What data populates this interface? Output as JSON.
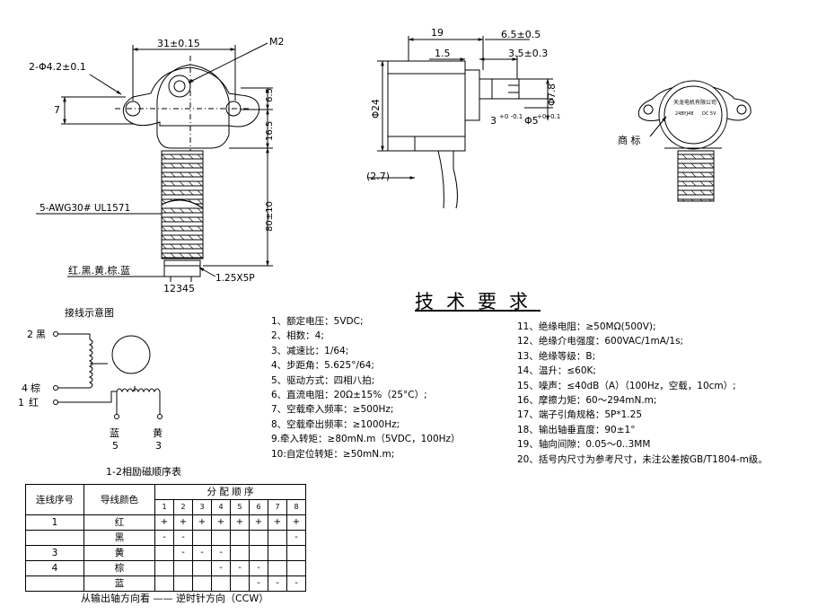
{
  "front_view": {
    "hole_dim": "2-Φ4.2±0.1",
    "thread_dim": "M2",
    "width_dim": "31±0.15",
    "dim_7": "7",
    "dim_6_5": "6.5",
    "dim_16_5": "16.5",
    "dim_80": "80±10",
    "wire_spec": "5-AWG30# UL1571",
    "wire_colors": "红.黑.黄.棕.蓝",
    "connector_pitch": "1.25X5P",
    "pin_numbers": "12345"
  },
  "side_view": {
    "dim_19": "19",
    "dim_6_5": "6.5±0.5",
    "dim_1_5": "1.5",
    "dim_3_5": "3.5±0.3",
    "dim_phi24": "Φ24",
    "dim_phi7_8": "Φ7.8",
    "dim_3": "3",
    "dim_3_tol": "+0 -0.1",
    "dim_phi5": "Φ5",
    "dim_phi5_tol": "+0 -0.1",
    "dim_2_7": "(2.7)"
  },
  "label_view": {
    "trademark_label": "商 标",
    "label_line1": "天龙电机有限公司",
    "label_model": "24BYJ48",
    "label_voltage": "DC 5V"
  },
  "wiring": {
    "title": "接线示意图",
    "wire2": "2",
    "wire2_color": "黑",
    "wire4": "4",
    "wire4_color": "棕",
    "wire1": "1",
    "wire1_color": "红",
    "blue_color": "蓝",
    "blue_num": "5",
    "yellow_color": "黄",
    "yellow_num": "3",
    "caption": "1-2相励磁顺序表"
  },
  "spec_title": "技术要求",
  "specs_left": [
    "1、额定电压：5VDC;",
    "2、相数：4;",
    "3、减速比：1/64;",
    "4、步距角：5.625°/64;",
    "5、驱动方式：四相八拍;",
    "6、直流电阻：20Ω±15%（25°C）;",
    "7、空载牵入频率：≥500Hz;",
    "8、空载牵出频率：≥1000Hz;",
    "9.牵入转矩：≥80mN.m（5VDC，100Hz）",
    "10:自定位转矩：≥50mN.m;"
  ],
  "specs_right": [
    "11、绝缘电阻：≥50MΩ(500V);",
    "12、绝缘介电强度：600VAC/1mA/1s;",
    "13、绝缘等级：B;",
    "14、温升：≤60K;",
    "15、噪声：≤40dB（A）（100Hz，空载，10cm）;",
    "16、摩擦力矩：60～294mN.m;",
    "17、端子引角规格：5P*1.25",
    "18、输出轴垂直度：90±1°",
    "19、轴向间隙：0.05～0..3MM",
    "20、括号内尺寸为参考尺寸，未注公差按GB/T1804-m级。"
  ],
  "sequence_table": {
    "header_seq": "连线序号",
    "header_color": "导线颜色",
    "header_dist": "分 配 顺 序",
    "steps": [
      "1",
      "2",
      "3",
      "4",
      "5",
      "6",
      "7",
      "8"
    ],
    "rows": [
      {
        "seq": "1",
        "color": "红",
        "cells": [
          "+",
          "+",
          "+",
          "+",
          "+",
          "+",
          "+",
          "+"
        ]
      },
      {
        "seq": "",
        "color": "黑",
        "cells": [
          "-",
          "-",
          "",
          "",
          "",
          "",
          "",
          "-"
        ]
      },
      {
        "seq": "3",
        "color": "黄",
        "cells": [
          "",
          "-",
          "-",
          "-",
          "",
          "",
          "",
          ""
        ]
      },
      {
        "seq": "4",
        "color": "棕",
        "cells": [
          "",
          "",
          "",
          "-",
          "-",
          "-",
          "",
          ""
        ]
      },
      {
        "seq": "",
        "color": "蓝",
        "cells": [
          "",
          "",
          "",
          "",
          "",
          "-",
          "-",
          "-"
        ]
      }
    ],
    "footer": "从输出轴方向看 —— 逆时针方向（CCW）"
  }
}
